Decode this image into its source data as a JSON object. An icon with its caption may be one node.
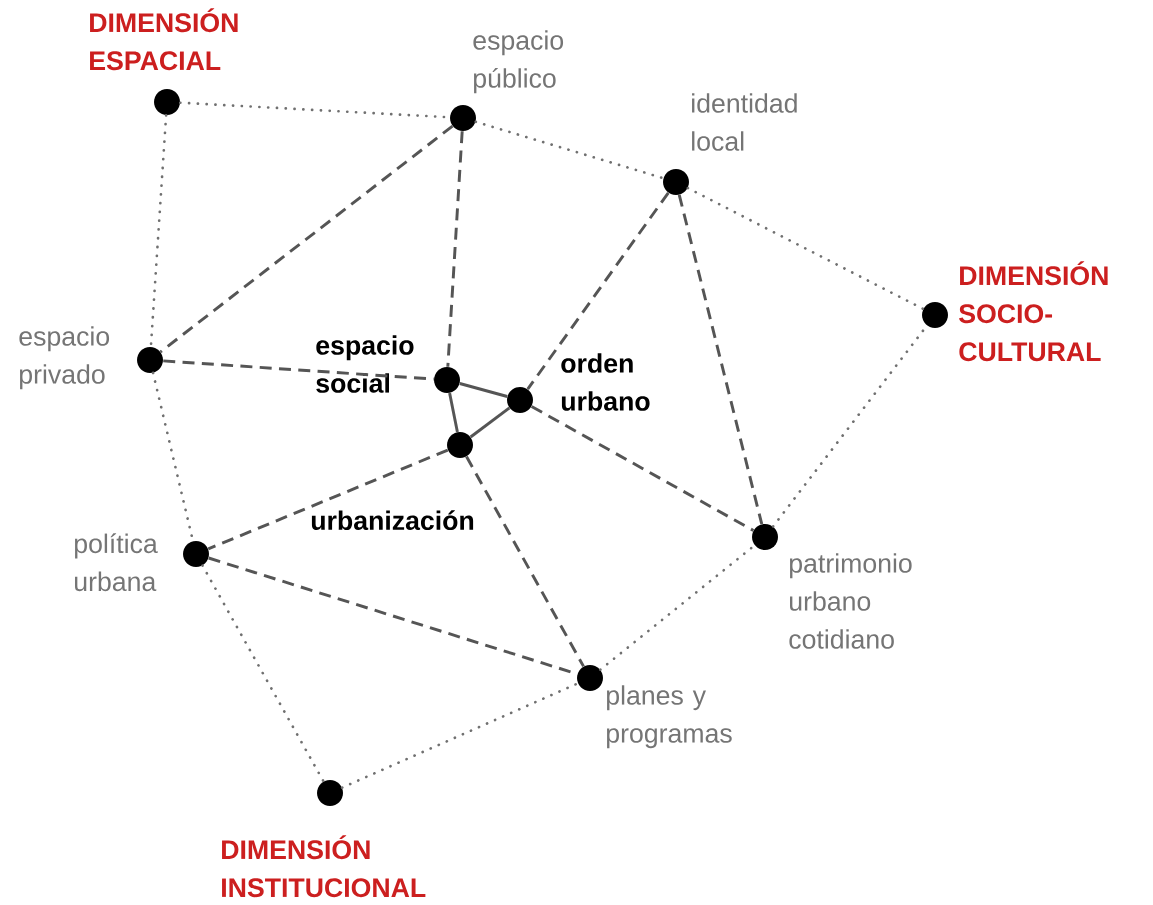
{
  "diagram": {
    "nodes": [
      {
        "text": [
          "DIMENSIÓN ESPACIAL"
        ]
      },
      {
        "text": [
          "espacio público"
        ]
      },
      {
        "text": [
          "identidad local"
        ]
      },
      {
        "text": [
          "DIMENSIÓN SOCIO-CULTURAL"
        ]
      },
      {
        "text": [
          "espacio privado"
        ]
      },
      {
        "text": [
          "espacio social"
        ]
      },
      {
        "text": [
          "orden urbano"
        ]
      },
      {
        "text": [
          "urbanización"
        ]
      },
      {
        "text": [
          "política urbana"
        ]
      },
      {
        "text": [
          "patrimonio urbano cotidiano"
        ]
      },
      {
        "text": [
          "planes y programas"
        ]
      },
      {
        "text": [
          "DIMENSIÓN INSTITUCIONAL"
        ]
      }
    ],
    "edges": [
      {
        "from": 0,
        "to": 1,
        "arrow": "none",
        "style": "dashed",
        "color": "#707070"
      },
      {
        "from": 1,
        "to": 2,
        "arrow": "none",
        "style": "dashed",
        "color": "#707070"
      },
      {
        "from": 2,
        "to": 3,
        "arrow": "none",
        "style": "dashed",
        "color": "#707070"
      },
      {
        "from": 0,
        "to": 4,
        "arrow": "none",
        "style": "dashed",
        "color": "#707070"
      },
      {
        "from": 4,
        "to": 8,
        "arrow": "none",
        "style": "dashed",
        "color": "#707070"
      },
      {
        "from": 8,
        "to": 11,
        "arrow": "none",
        "style": "dashed",
        "color": "#707070"
      },
      {
        "from": 11,
        "to": 10,
        "arrow": "none",
        "style": "dashed",
        "color": "#707070"
      },
      {
        "from": 10,
        "to": 9,
        "arrow": "none",
        "style": "dashed",
        "color": "#707070"
      },
      {
        "from": 9,
        "to": 3,
        "arrow": "none",
        "style": "dashed",
        "color": "#707070"
      },
      {
        "from": 1,
        "to": 4,
        "arrow": "none",
        "style": "dashed"
      },
      {
        "from": 1,
        "to": 5,
        "arrow": "none",
        "style": "dashed"
      },
      {
        "from": 4,
        "to": 5,
        "arrow": "none",
        "style": "dashed"
      },
      {
        "from": 2,
        "to": 6,
        "arrow": "none",
        "style": "dashed"
      },
      {
        "from": 2,
        "to": 9,
        "arrow": "none",
        "style": "dashed"
      },
      {
        "from": 6,
        "to": 9,
        "arrow": "none",
        "style": "dashed"
      },
      {
        "from": 7,
        "to": 8,
        "arrow": "none",
        "style": "dashed"
      },
      {
        "from": 7,
        "to": 10,
        "arrow": "none",
        "style": "dashed"
      },
      {
        "from": 8,
        "to": 10,
        "arrow": "none",
        "style": "dashed"
      },
      {
        "from": 5,
        "to": 6,
        "arrow": "none"
      },
      {
        "from": 5,
        "to": 7,
        "arrow": "none"
      },
      {
        "from": 6,
        "to": 7,
        "arrow": "none"
      }
    ]
  }
}
